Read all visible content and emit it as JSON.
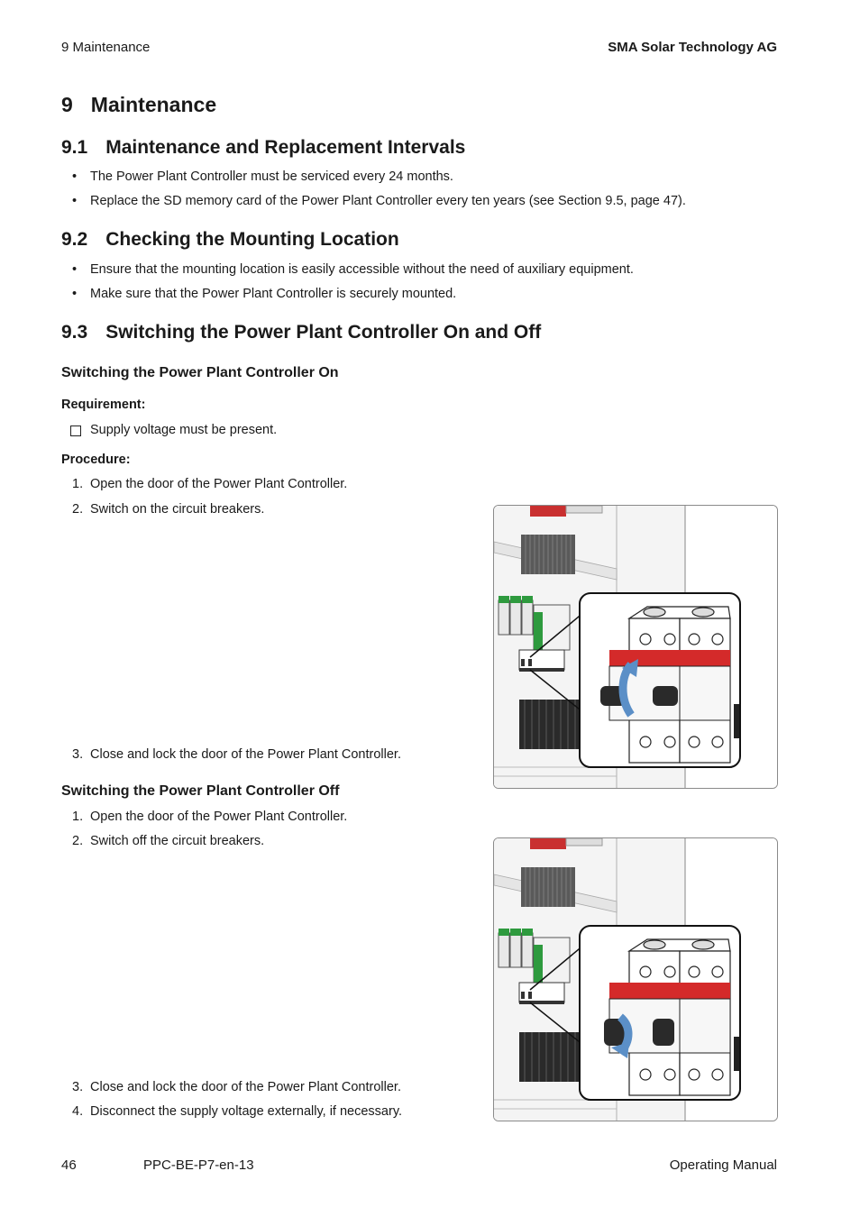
{
  "header": {
    "left": "9  Maintenance",
    "right": "SMA Solar Technology AG"
  },
  "chapter": {
    "number": "9",
    "title": "Maintenance"
  },
  "s91": {
    "number": "9.1",
    "title": "Maintenance and Replacement Intervals",
    "bullets": [
      "The Power Plant Controller must be serviced every 24 months.",
      "Replace the SD memory card of the Power Plant Controller every ten years (see Section 9.5, page 47)."
    ]
  },
  "s92": {
    "number": "9.2",
    "title": "Checking the Mounting Location",
    "bullets": [
      "Ensure that the mounting location is easily accessible without the need of auxiliary equipment.",
      "Make sure that the Power Plant Controller is securely mounted."
    ]
  },
  "s93": {
    "number": "9.3",
    "title": "Switching the Power Plant Controller On and Off",
    "on": {
      "title": "Switching the Power Plant Controller On",
      "requirement_label": "Requirement:",
      "requirement": "Supply voltage must be present.",
      "procedure_label": "Procedure:",
      "steps": [
        "Open the door of the Power Plant Controller.",
        "Switch on the circuit breakers.",
        "Close and lock the door of the Power Plant Controller."
      ]
    },
    "off": {
      "title": "Switching the Power Plant Controller Off",
      "steps": [
        "Open the door of the Power Plant Controller.",
        "Switch off the circuit breakers.",
        "Close and lock the door of the Power Plant Controller.",
        "Disconnect the supply voltage externally, if necessary."
      ]
    }
  },
  "step_numbers": [
    "1.",
    "2.",
    "3.",
    "4."
  ],
  "bullet_char": "•",
  "footer": {
    "page": "46",
    "doc_id": "PPC-BE-P7-en-13",
    "right": "Operating Manual"
  },
  "colors": {
    "breaker_red": "#d42a2a",
    "arrow_blue": "#5b8fc7",
    "terminal_green": "#2e9a3e"
  }
}
